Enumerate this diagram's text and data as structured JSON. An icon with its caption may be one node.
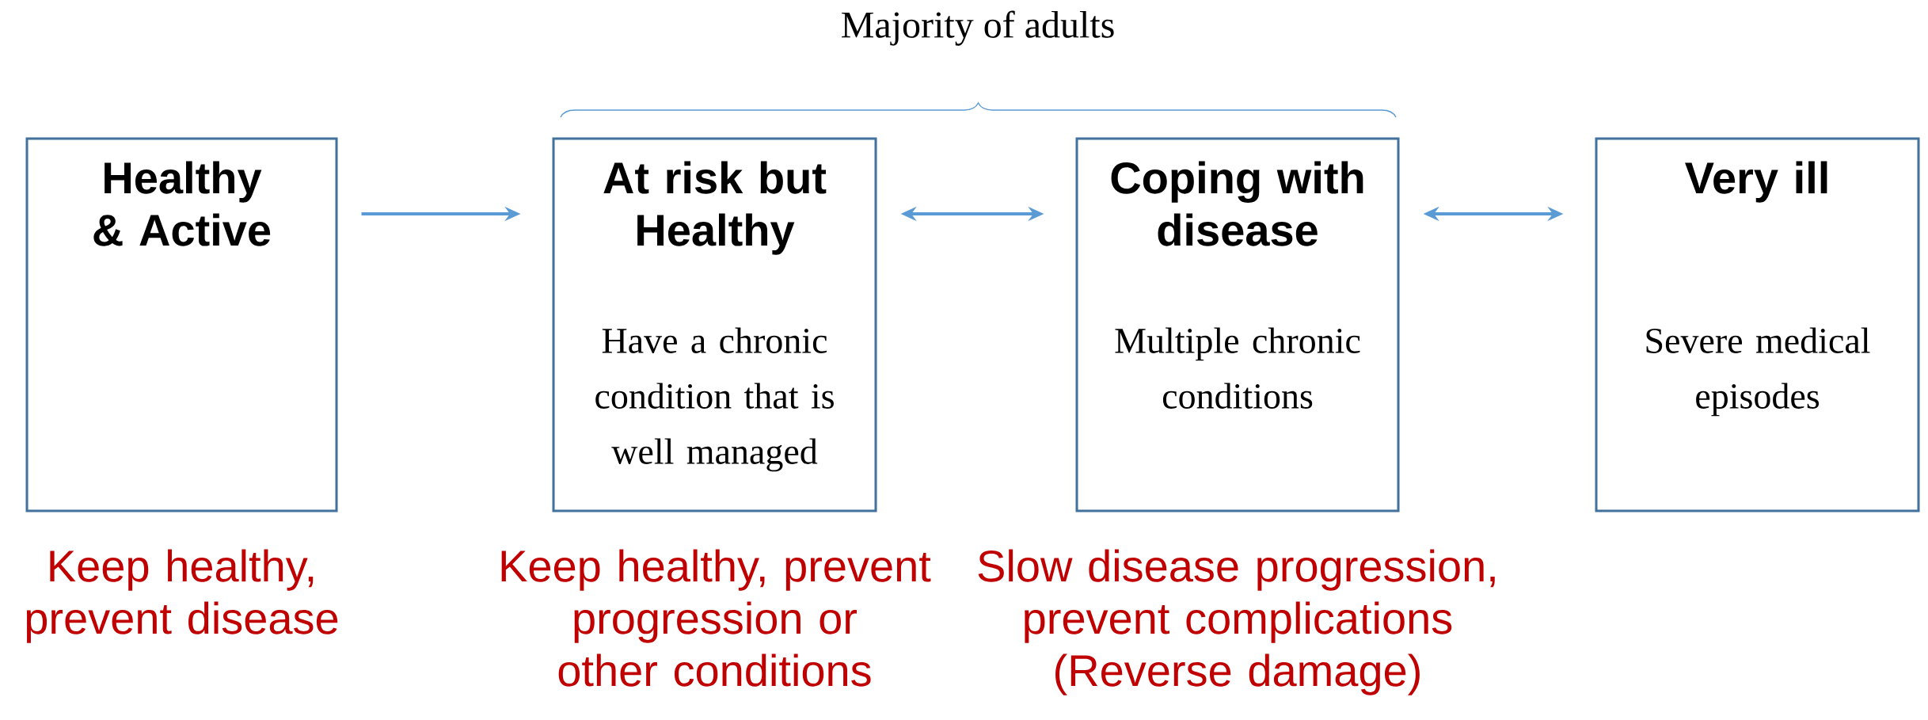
{
  "diagram": {
    "nodes": [
      {
        "text": [
          "Healthy & Active"
        ],
        "beside": [
          "Keep healthy, prevent disease"
        ]
      },
      {
        "text": [
          "At risk  but Healthy",
          "Have a chronic condition that is well managed"
        ],
        "beside": [
          "Keep healthy, prevent progression or other conditions"
        ]
      },
      {
        "text": [
          "Coping with disease",
          "Multiple chronic conditions"
        ],
        "beside": [
          "Slow disease progression, prevent complications (Reverse damage)"
        ]
      },
      {
        "text": [
          "Very ill",
          "Severe medical episodes"
        ]
      }
    ],
    "edges": [
      {
        "from": 0,
        "to": 1,
        "arrow": "to"
      },
      {
        "from": 1,
        "to": 2,
        "arrow": "both"
      },
      {
        "from": 2,
        "to": 3,
        "arrow": "both"
      }
    ],
    "labels": [
      "Majority of adults"
    ]
  }
}
